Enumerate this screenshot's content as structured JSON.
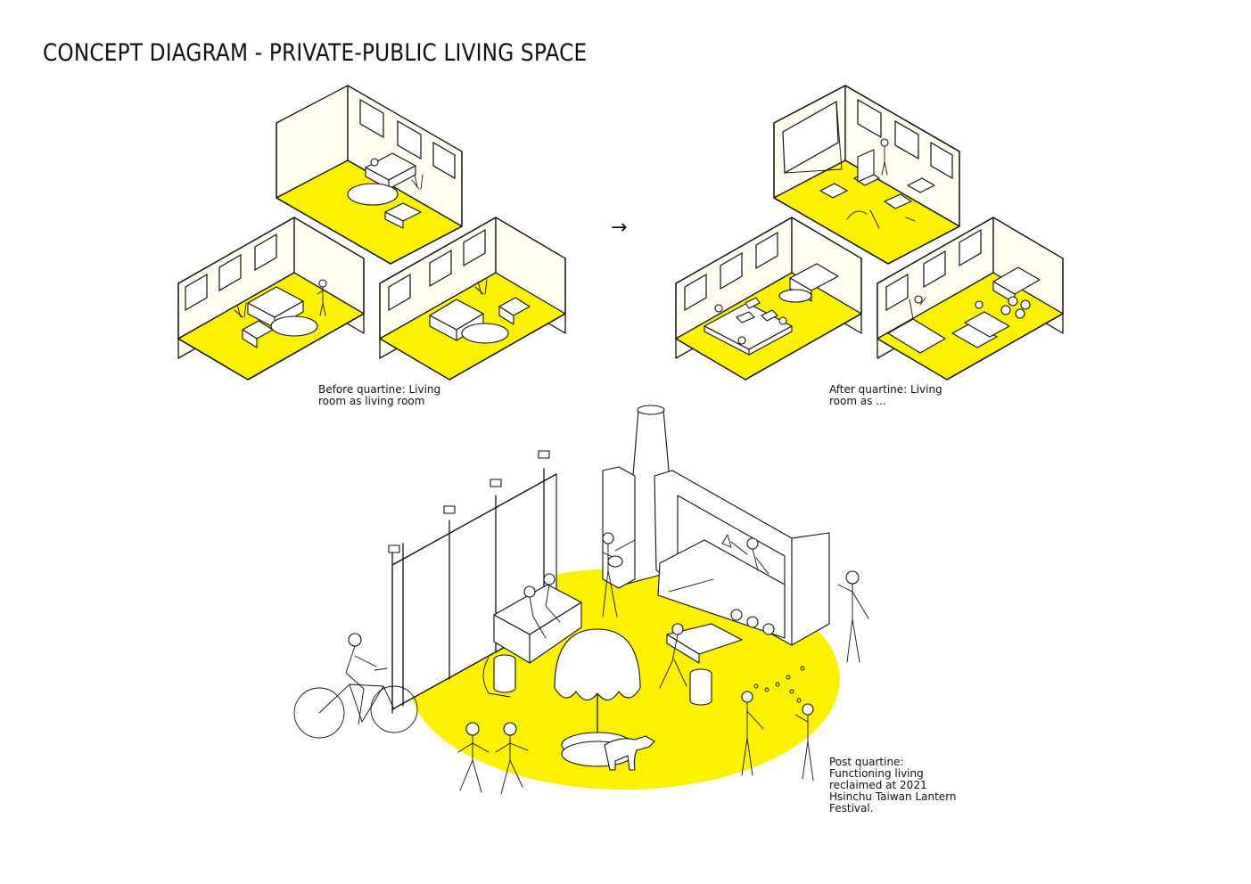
{
  "title": "CONCEPT DIAGRAM - PRIVATE-PUBLIC LIVING SPACE",
  "arrow_glyph": "→",
  "captions": {
    "before": [
      "Before quartine: Living",
      "room as living room"
    ],
    "after": [
      "After quartine: Living",
      "room as ..."
    ],
    "post": [
      "Post quartine:",
      "Functioning living",
      "reclaimed at 2021",
      "Hsinchu Taiwan Lantern",
      "Festival."
    ]
  },
  "colors": {
    "accent_yellow": "#fdf100",
    "line": "#111111",
    "background": "#ffffff"
  }
}
